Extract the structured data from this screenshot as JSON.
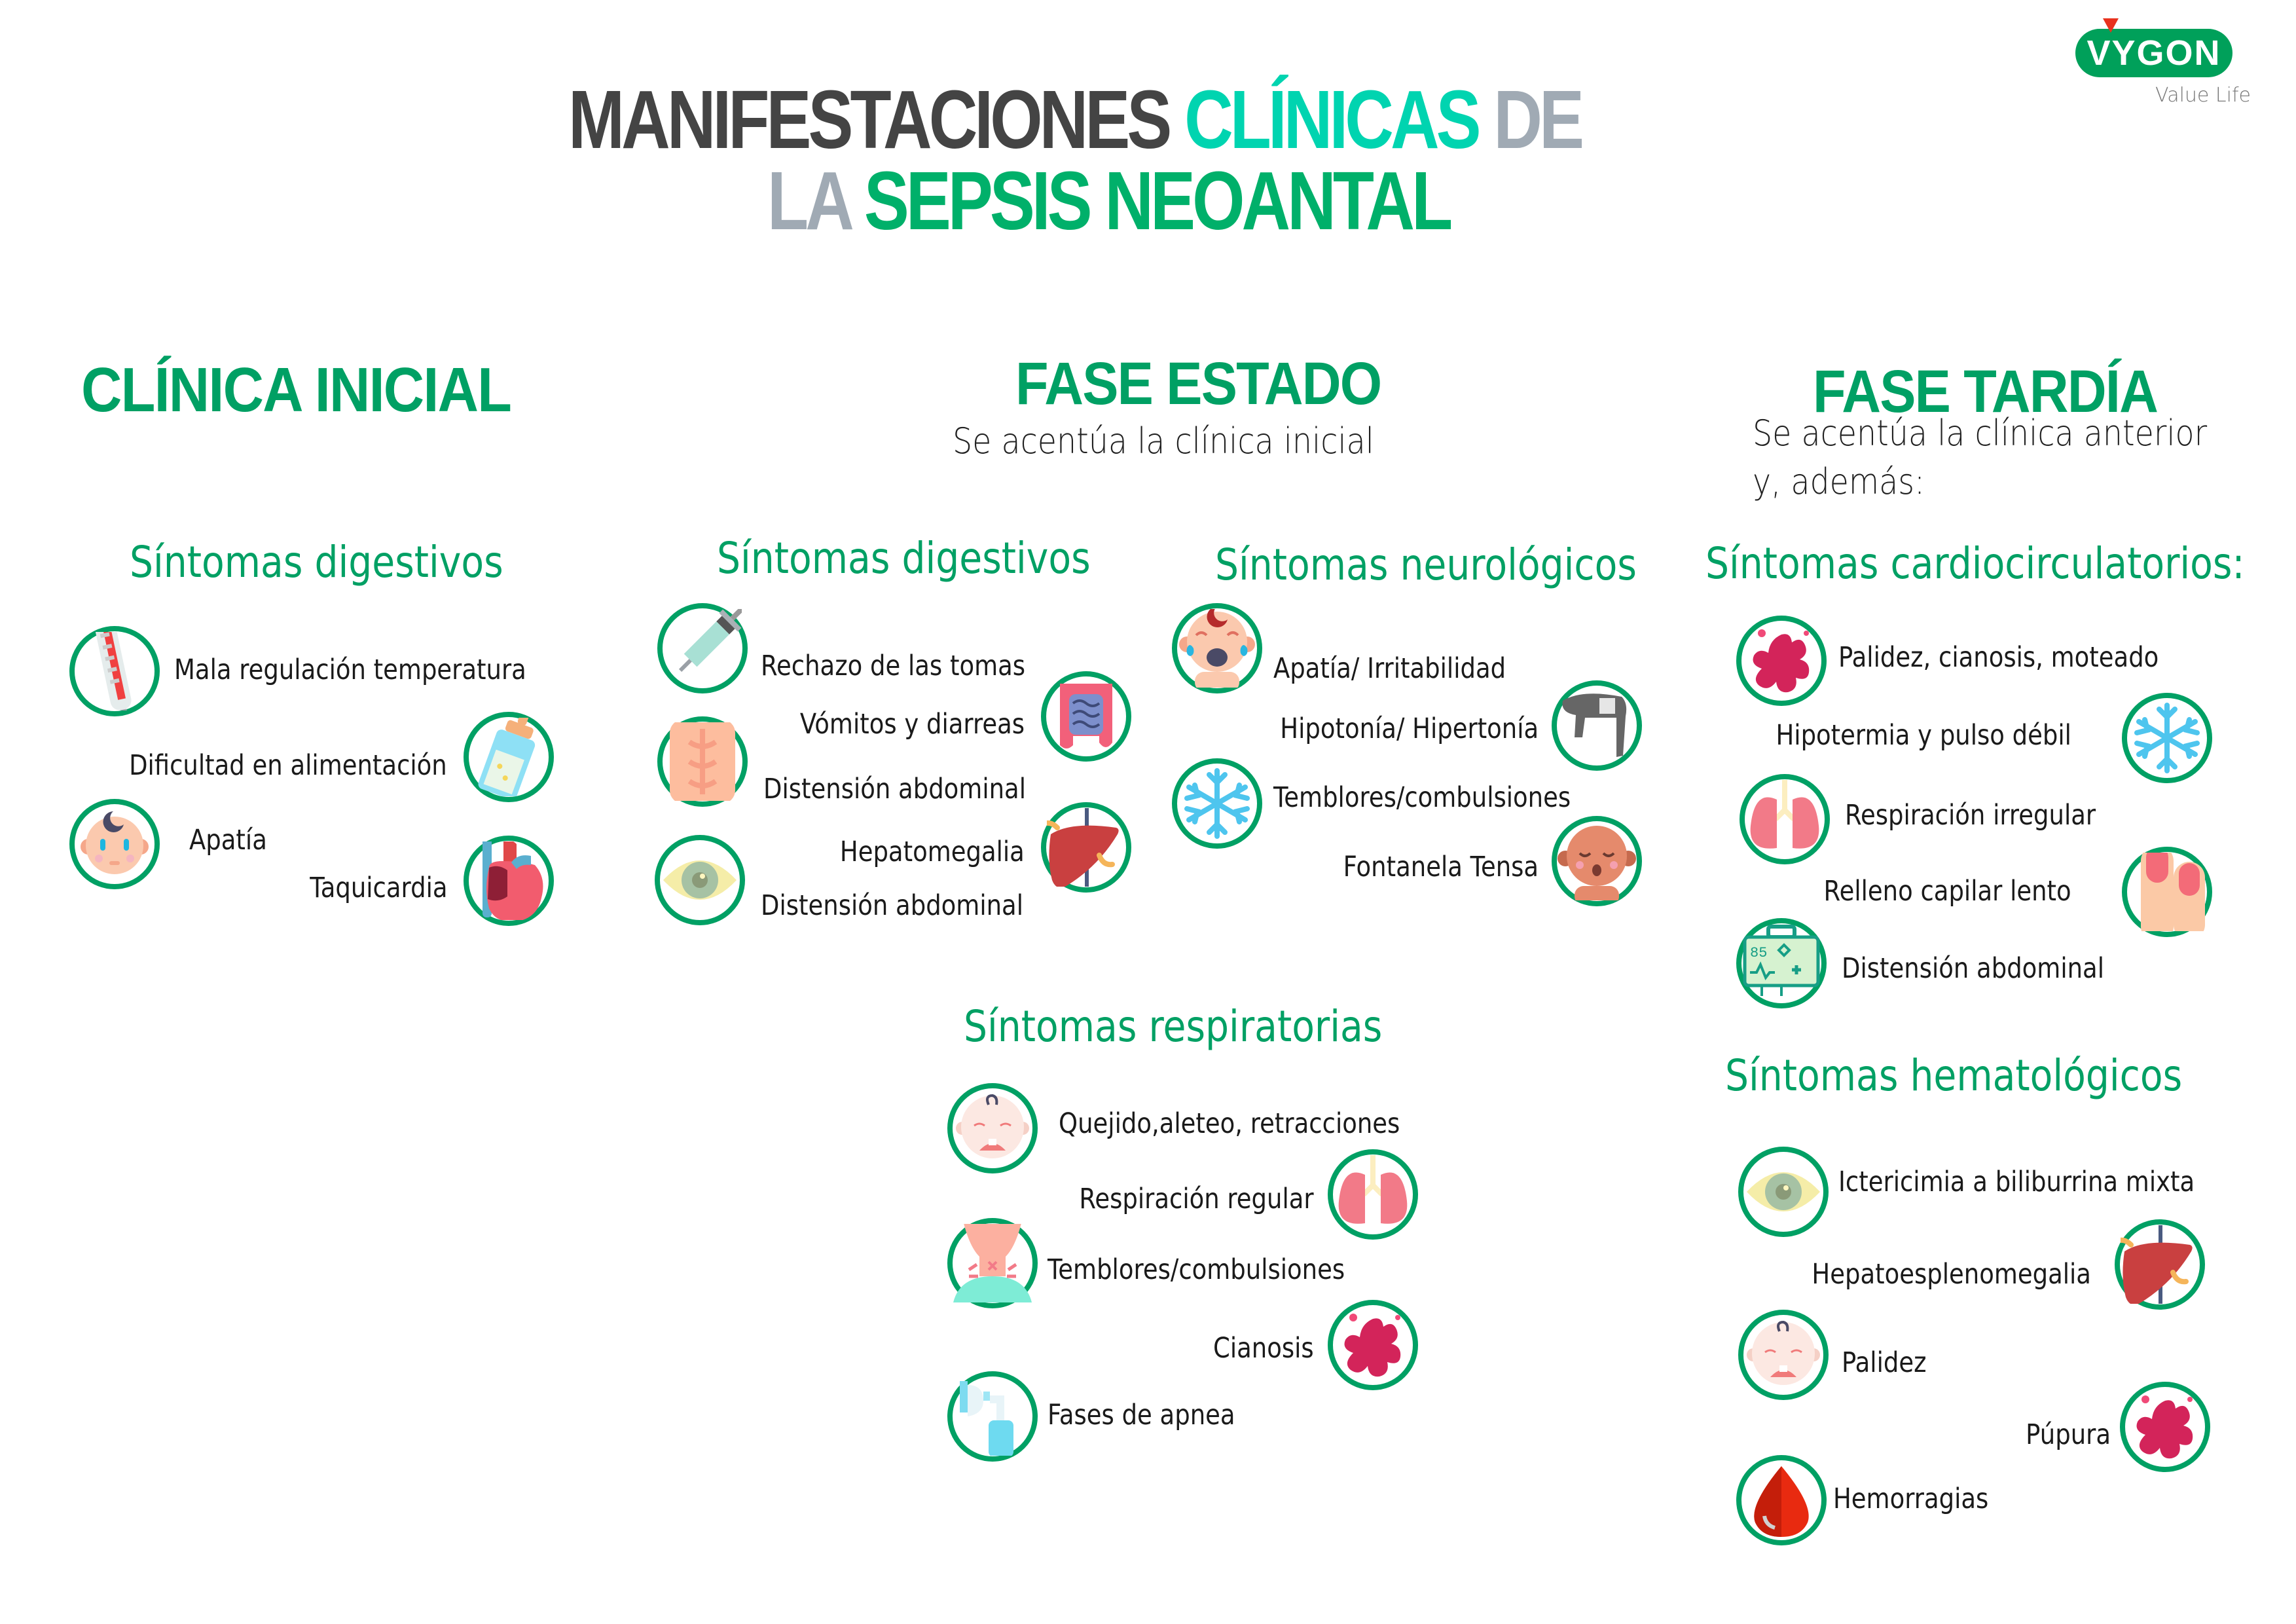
{
  "logo": {
    "brand": "VYGON",
    "tagline": "Value Life",
    "colors": {
      "pill": "#00A05A",
      "marker": "#E8321E"
    }
  },
  "title": {
    "line1": [
      {
        "text": "MANIFESTACIONES ",
        "color": "#444444"
      },
      {
        "text": "CLÍNICAS ",
        "color": "#00D4B0"
      },
      {
        "text": "DE",
        "color": "#A0AAB4"
      }
    ],
    "line2": [
      {
        "text": "LA ",
        "color": "#A0AAB4"
      },
      {
        "text": "SEPSIS NEOANTAL",
        "color": "#00B06A"
      }
    ]
  },
  "colors": {
    "accent_green": "#00A064",
    "circle_stroke": "#00A064",
    "text": "#1a1a1a"
  },
  "phases": [
    {
      "title": "CLÍNICA INICIAL",
      "subtitle": null,
      "sections": [
        {
          "title": "Síntomas digestivos",
          "items": [
            {
              "label": "Mala regulación temperatura",
              "icon": "thermometer-icon"
            },
            {
              "label": "Dificultad en alimentación",
              "icon": "baby-bottle-icon"
            },
            {
              "label": "Apatía",
              "icon": "baby-face-icon"
            },
            {
              "label": "Taquicardia",
              "icon": "heart-icon"
            }
          ]
        }
      ]
    },
    {
      "title": "FASE ESTADO",
      "subtitle": "Se acentúa la clínica inicial",
      "sections": [
        {
          "title": "Síntomas digestivos",
          "items": [
            {
              "label": "Rechazo de las tomas",
              "icon": "syringe-icon"
            },
            {
              "label": "Vómitos y diarreas",
              "icon": "intestine-icon"
            },
            {
              "label": "Distensión abdominal",
              "icon": "abdomen-icon"
            },
            {
              "label": "Hepatomegalia",
              "icon": "liver-icon"
            },
            {
              "label": "Distensión abdominal",
              "icon": "eye-icon"
            }
          ]
        },
        {
          "title": "Síntomas neurológicos",
          "items": [
            {
              "label": "Apatía/ Irritabilidad",
              "icon": "crying-baby-icon"
            },
            {
              "label": "Hipotonía/ Hipertonía",
              "icon": "arched-body-icon"
            },
            {
              "label": "Temblores/combulsiones",
              "icon": "snowflake-icon"
            },
            {
              "label": "Fontanela Tensa",
              "icon": "sleeping-baby-icon"
            }
          ]
        },
        {
          "title": "Síntomas respiratorias",
          "items": [
            {
              "label": "Quejido,aleteo, retracciones",
              "icon": "crying-baby-icon"
            },
            {
              "label": "Respiración regular",
              "icon": "lungs-icon"
            },
            {
              "label": "Temblores/combulsiones",
              "icon": "sore-throat-icon"
            },
            {
              "label": "Cianosis",
              "icon": "splash-stain-icon"
            },
            {
              "label": "Fases de apnea",
              "icon": "inhaler-icon"
            }
          ]
        }
      ]
    },
    {
      "title": "FASE TARDÍA",
      "subtitle": "Se acentúa la clínica anterior",
      "subtitle2": "y, además:",
      "sections": [
        {
          "title": "Síntomas cardiocirculatorios:",
          "items": [
            {
              "label": "Palidez, cianosis, moteado",
              "icon": "splash-stain-icon"
            },
            {
              "label": "Hipotermia y pulso débil",
              "icon": "snowflake-icon"
            },
            {
              "label": "Respiración irregular",
              "icon": "lungs-icon"
            },
            {
              "label": "Relleno capilar lento",
              "icon": "fingernail-icon"
            },
            {
              "label": "Distensión abdominal",
              "icon": "monitor-icon"
            }
          ]
        },
        {
          "title": "Síntomas hematológicos",
          "items": [
            {
              "label": "Ictericimia a biliburrina mixta",
              "icon": "eye-icon"
            },
            {
              "label": "Hepatoesplenomegalia",
              "icon": "liver-icon"
            },
            {
              "label": "Palidez",
              "icon": "pale-baby-icon"
            },
            {
              "label": "Púpura",
              "icon": "splash-stain-icon"
            },
            {
              "label": "Hemorragias",
              "icon": "blood-drop-icon"
            }
          ]
        }
      ]
    }
  ]
}
